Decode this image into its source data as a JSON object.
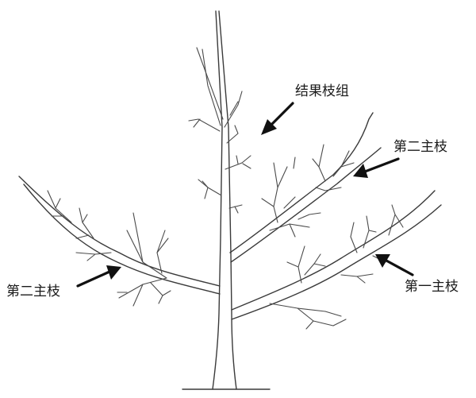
{
  "labels": {
    "fruiting_branch_group": "结果枝组",
    "second_scaffold_right": "第二主枝",
    "second_scaffold_left": "第二主枝",
    "first_scaffold": "第一主枝"
  },
  "colors": {
    "line": "#3a3a3a",
    "arrow": "#111111",
    "background": "#ffffff"
  }
}
